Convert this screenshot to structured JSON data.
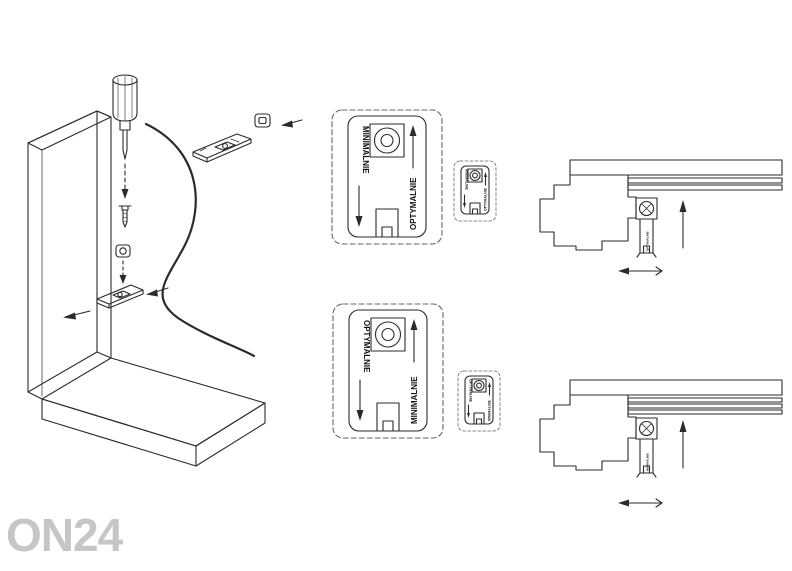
{
  "image": {
    "background": "#ffffff",
    "line_color": "#2b2b2b",
    "watermark_color": "#c6c6c6"
  },
  "watermark": {
    "text": "ON24"
  },
  "details": {
    "top_bracket": {
      "left_label": "MINIMALNIE",
      "right_label": "OPTYMALNIE"
    },
    "bottom_bracket": {
      "left_label": "OPTYMALNIE",
      "right_label": "MINIMALNIE"
    },
    "top_bracket_small": {
      "left_label": "MINIMALNIE",
      "right_label": "OPTYMALNIE"
    },
    "bottom_bracket_small": {
      "left_label": "OPTYMALNIE",
      "right_label": "MINIMALNIE"
    },
    "top_section": {
      "bracket_label": "OPTYMALNIE"
    },
    "bottom_section": {
      "bracket_label": "MINIMALNIE"
    }
  }
}
